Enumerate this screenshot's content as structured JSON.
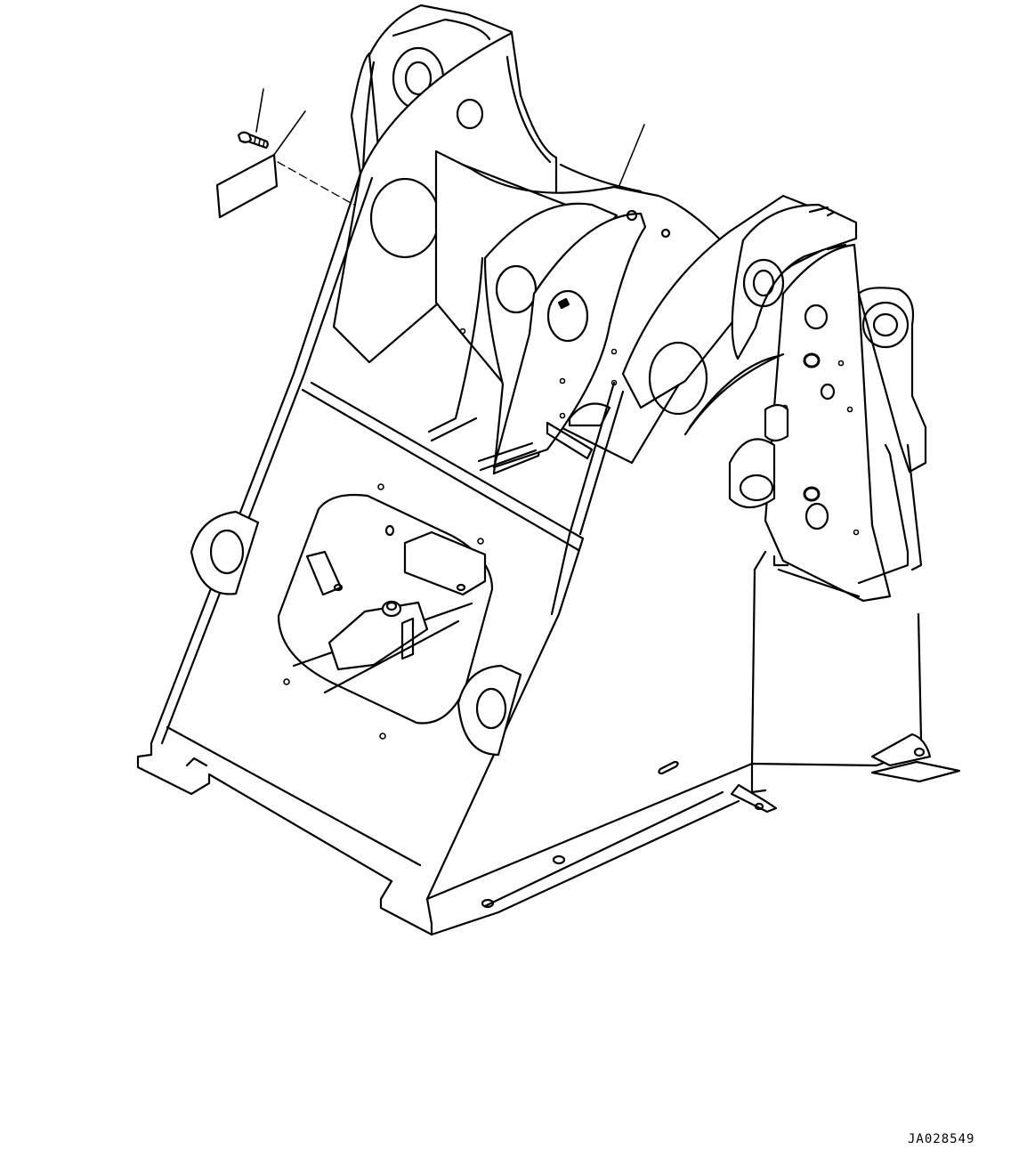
{
  "drawing": {
    "code": "JA028549",
    "parts": [
      {
        "name": "bolt"
      },
      {
        "name": "plate"
      },
      {
        "name": "frame"
      }
    ]
  }
}
